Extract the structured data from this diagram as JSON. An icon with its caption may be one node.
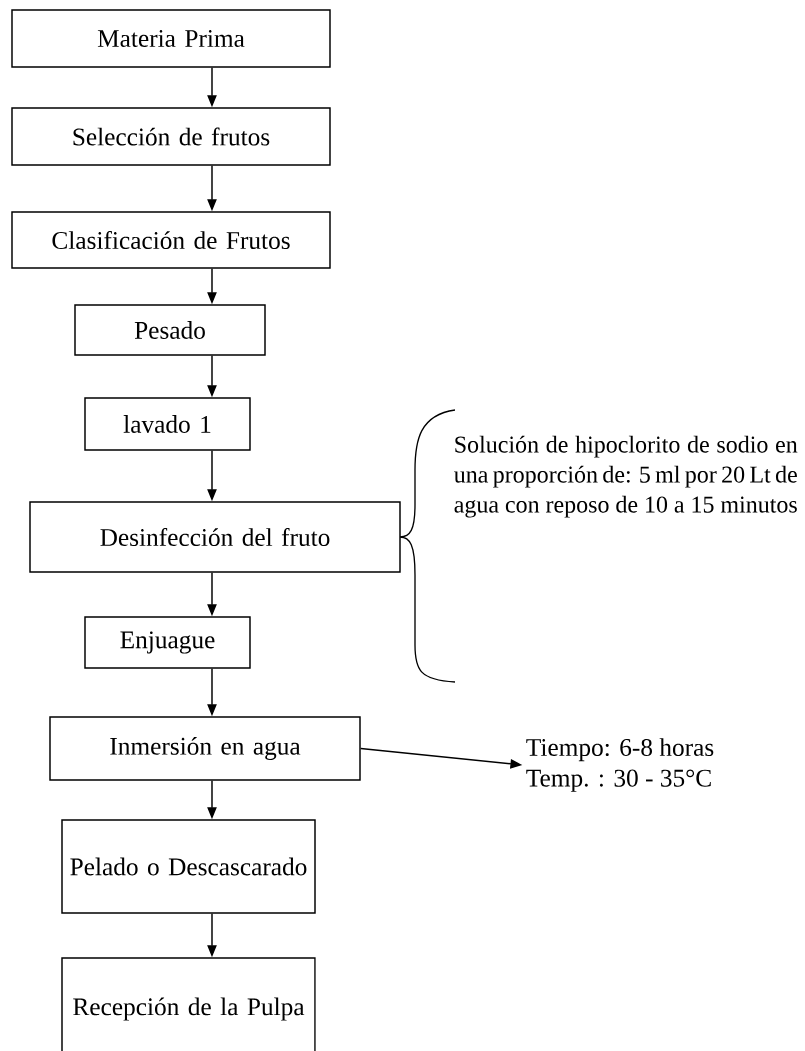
{
  "diagram": {
    "nodes": [
      {
        "text": [
          "Materia Prima"
        ]
      },
      {
        "text": [
          "Selección de frutos"
        ]
      },
      {
        "text": [
          "Clasificación de Frutos"
        ]
      },
      {
        "text": [
          "Pesado"
        ]
      },
      {
        "text": [
          "lavado 1"
        ]
      },
      {
        "text": [
          "Desinfección del fruto"
        ],
        "beside": [
          "Solución de hipoclorito de sodio en una proporción de: 5 ml por 20 Lt de agua con reposo de 10 a 15 minutos"
        ]
      },
      {
        "text": [
          "Enjuague"
        ]
      },
      {
        "text": [
          "Inmersión en agua"
        ]
      },
      {
        "text": [
          "Pelado o Descascarado"
        ]
      },
      {
        "text": [
          "Recepción de la Pulpa"
        ]
      },
      {
        "text": [
          "Tiempo: 6-8 horas",
          "Temp.   : 30 - 35°C"
        ]
      }
    ],
    "edges": [
      {
        "from": 0,
        "to": 1,
        "arrow": "to"
      },
      {
        "from": 1,
        "to": 2,
        "arrow": "to"
      },
      {
        "from": 2,
        "to": 3,
        "arrow": "to"
      },
      {
        "from": 3,
        "to": 4,
        "arrow": "to"
      },
      {
        "from": 4,
        "to": 5,
        "arrow": "to"
      },
      {
        "from": 5,
        "to": 6,
        "arrow": "to"
      },
      {
        "from": 6,
        "to": 7,
        "arrow": "to"
      },
      {
        "from": 7,
        "to": 8,
        "arrow": "to"
      },
      {
        "from": 8,
        "to": 9,
        "arrow": "to"
      },
      {
        "from": 7,
        "to": 10,
        "arrow": "to"
      }
    ]
  }
}
